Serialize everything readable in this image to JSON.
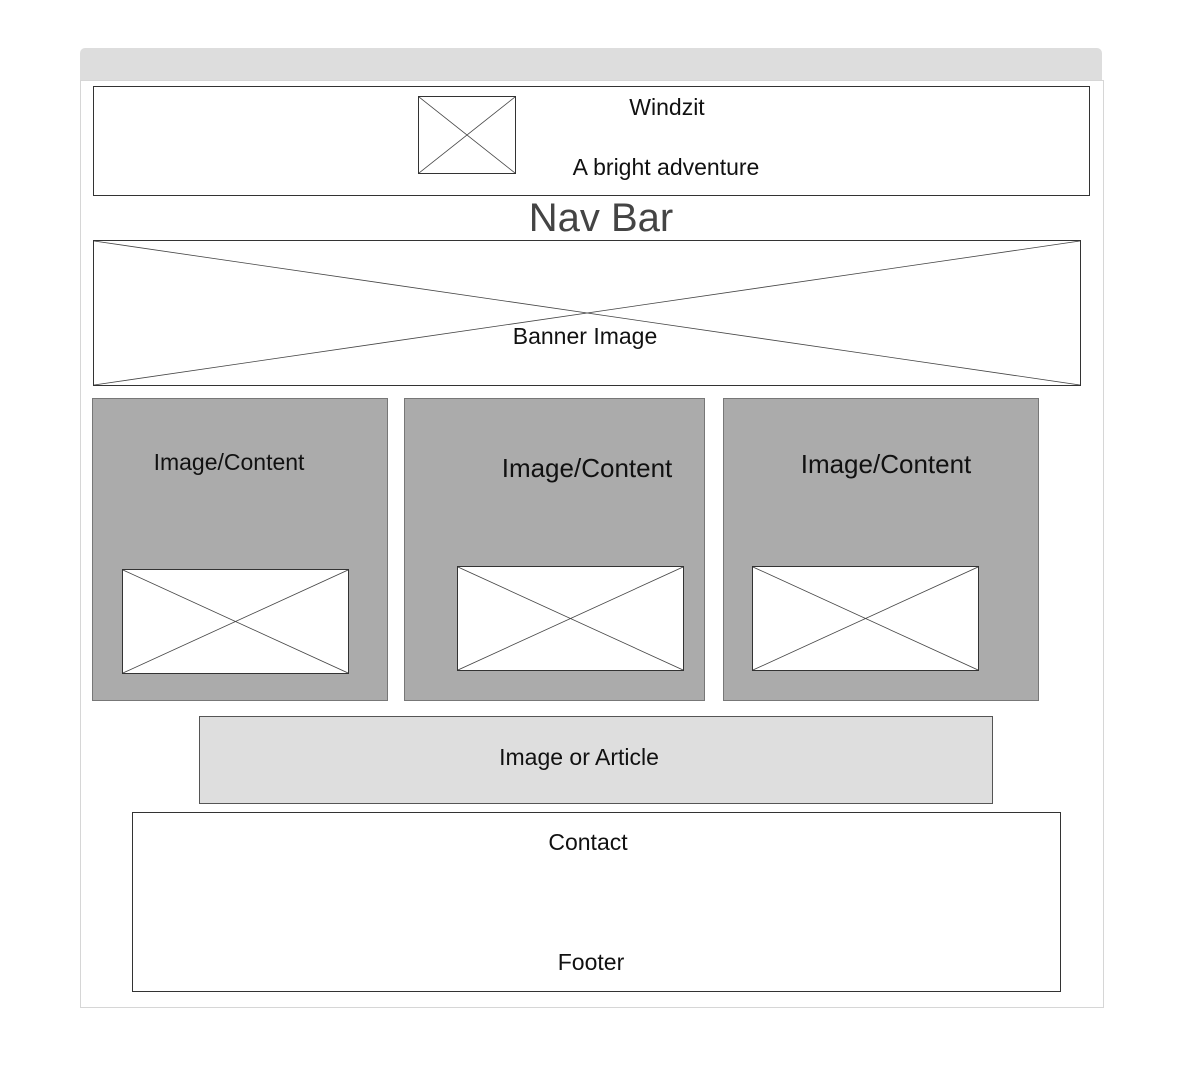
{
  "header": {
    "site_name": "Windzit",
    "tagline": "A bright adventure",
    "logo_icon": "image-placeholder-icon"
  },
  "nav": {
    "label": "Nav Bar"
  },
  "banner": {
    "label": "Banner Image",
    "icon": "image-placeholder-icon"
  },
  "cards": [
    {
      "label": "Image/Content",
      "icon": "image-placeholder-icon"
    },
    {
      "label": "Image/Content",
      "icon": "image-placeholder-icon"
    },
    {
      "label": "Image/Content",
      "icon": "image-placeholder-icon"
    }
  ],
  "article": {
    "label": "Image or Article"
  },
  "footer": {
    "contact_label": "Contact",
    "footer_label": "Footer"
  },
  "colors": {
    "browser_bar": "#dddddd",
    "card_fill": "#ababab",
    "article_fill": "#dedede",
    "outline": "#333333"
  }
}
